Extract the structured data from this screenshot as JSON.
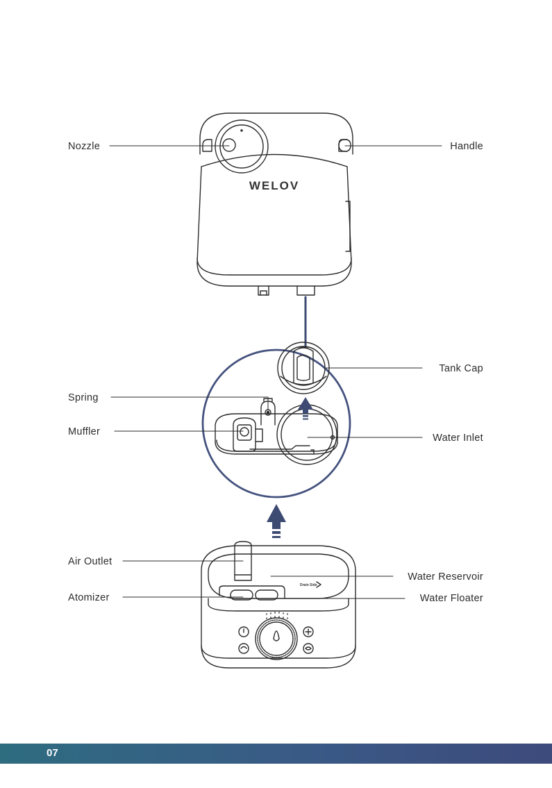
{
  "labels": {
    "nozzle": "Nozzle",
    "handle": "Handle",
    "tank_cap": "Tank Cap",
    "spring": "Spring",
    "muffler": "Muffler",
    "water_inlet": "Water Inlet",
    "air_outlet": "Air Outlet",
    "water_reservoir": "Water Reservoir",
    "atomizer": "Atomizer",
    "water_floater": "Water Floater"
  },
  "brand": "WELOV",
  "max_mark": "Drain Side",
  "page_number": "07",
  "colors": {
    "arrow": "#3d4a72",
    "circle": "#44527e",
    "footer_start": "#2e6c80",
    "footer_end": "#3d4a7c"
  }
}
